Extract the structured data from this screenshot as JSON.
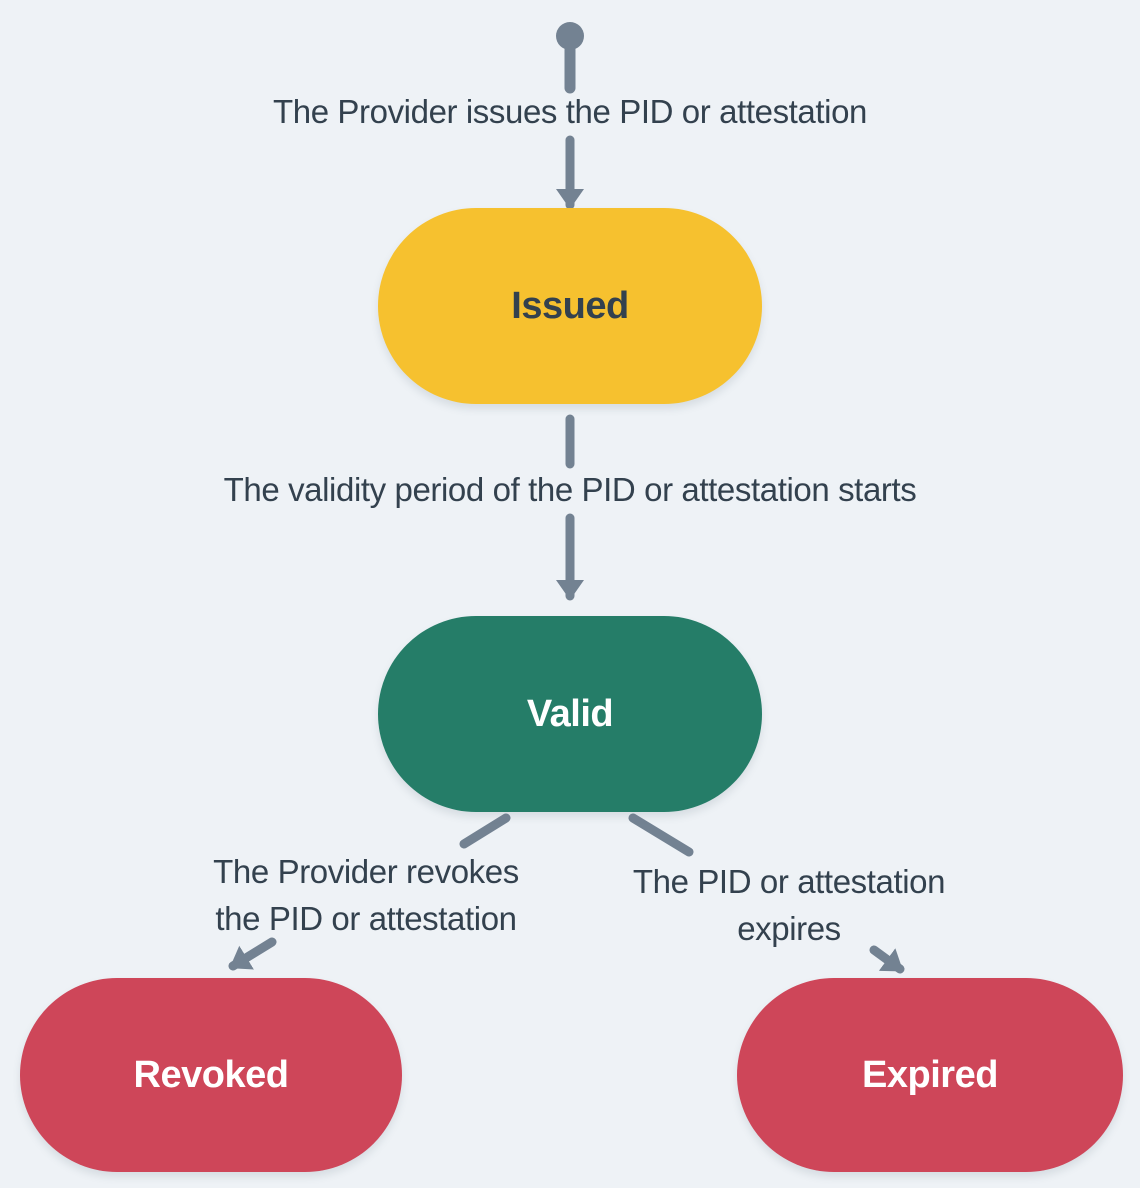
{
  "colors": {
    "background": "#EEF2F6",
    "connector": "#738292",
    "label_text": "#33414E"
  },
  "diagram": {
    "type": "state-machine",
    "icons": {
      "start": "initial-state-dot"
    },
    "states": [
      {
        "id": "issued",
        "label": "Issued",
        "fill": "#F6C12F",
        "text_color": "#33414E"
      },
      {
        "id": "valid",
        "label": "Valid",
        "fill": "#257D68",
        "text_color": "#FFFFFF"
      },
      {
        "id": "revoked",
        "label": "Revoked",
        "fill": "#CE4659",
        "text_color": "#FFFFFF"
      },
      {
        "id": "expired",
        "label": "Expired",
        "fill": "#CE4659",
        "text_color": "#FFFFFF"
      }
    ],
    "transitions": [
      {
        "from": "start",
        "to": "issued",
        "label": "The Provider issues the PID or attestation"
      },
      {
        "from": "issued",
        "to": "valid",
        "label": "The validity period of the PID or attestation starts"
      },
      {
        "from": "valid",
        "to": "revoked",
        "label": "The Provider revokes the PID or attestation"
      },
      {
        "from": "valid",
        "to": "expired",
        "label": "The PID or attestation expires"
      }
    ]
  }
}
